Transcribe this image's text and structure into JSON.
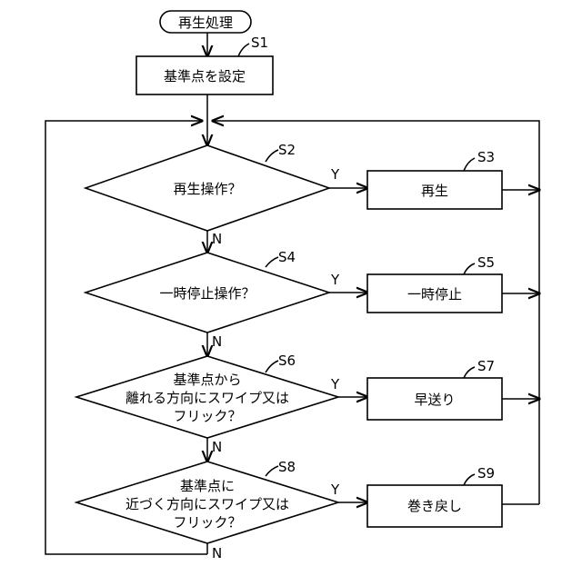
{
  "flowchart": {
    "start": "再生処理",
    "steps": {
      "s1": {
        "id": "S1",
        "text": "基準点を設定"
      },
      "s2": {
        "id": "S2",
        "lines": [
          "再生操作？"
        ]
      },
      "s3": {
        "id": "S3",
        "text": "再生"
      },
      "s4": {
        "id": "S4",
        "lines": [
          "一時停止操作？"
        ]
      },
      "s5": {
        "id": "S5",
        "text": "一時停止"
      },
      "s6": {
        "id": "S6",
        "lines": [
          "基準点から",
          "離れる方向にスワイプ又は",
          "フリック？"
        ]
      },
      "s7": {
        "id": "S7",
        "text": "早送り"
      },
      "s8": {
        "id": "S8",
        "lines": [
          "基準点に",
          "近づく方向にスワイプ又は",
          "フリック？"
        ]
      },
      "s9": {
        "id": "S9",
        "text": "巻き戻し"
      }
    },
    "yes": "Y",
    "no": "N"
  }
}
